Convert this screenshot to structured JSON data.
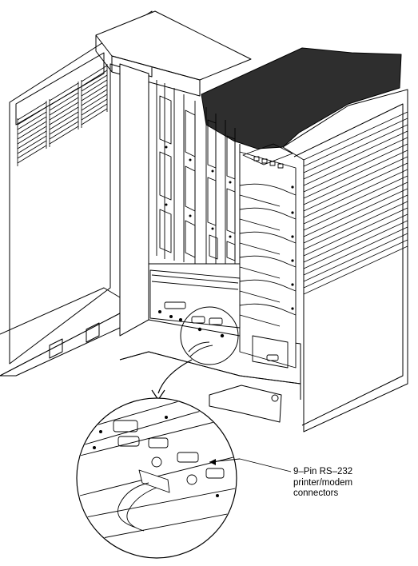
{
  "callout": {
    "lines": [
      "9–Pin RS–232",
      "printer/modem",
      "connectors"
    ]
  },
  "colors": {
    "line": "#000000",
    "panel_fill": "#ffffff",
    "top_panel": "#2e2e2e"
  },
  "icons": [
    "arrow-down-curved-icon"
  ]
}
